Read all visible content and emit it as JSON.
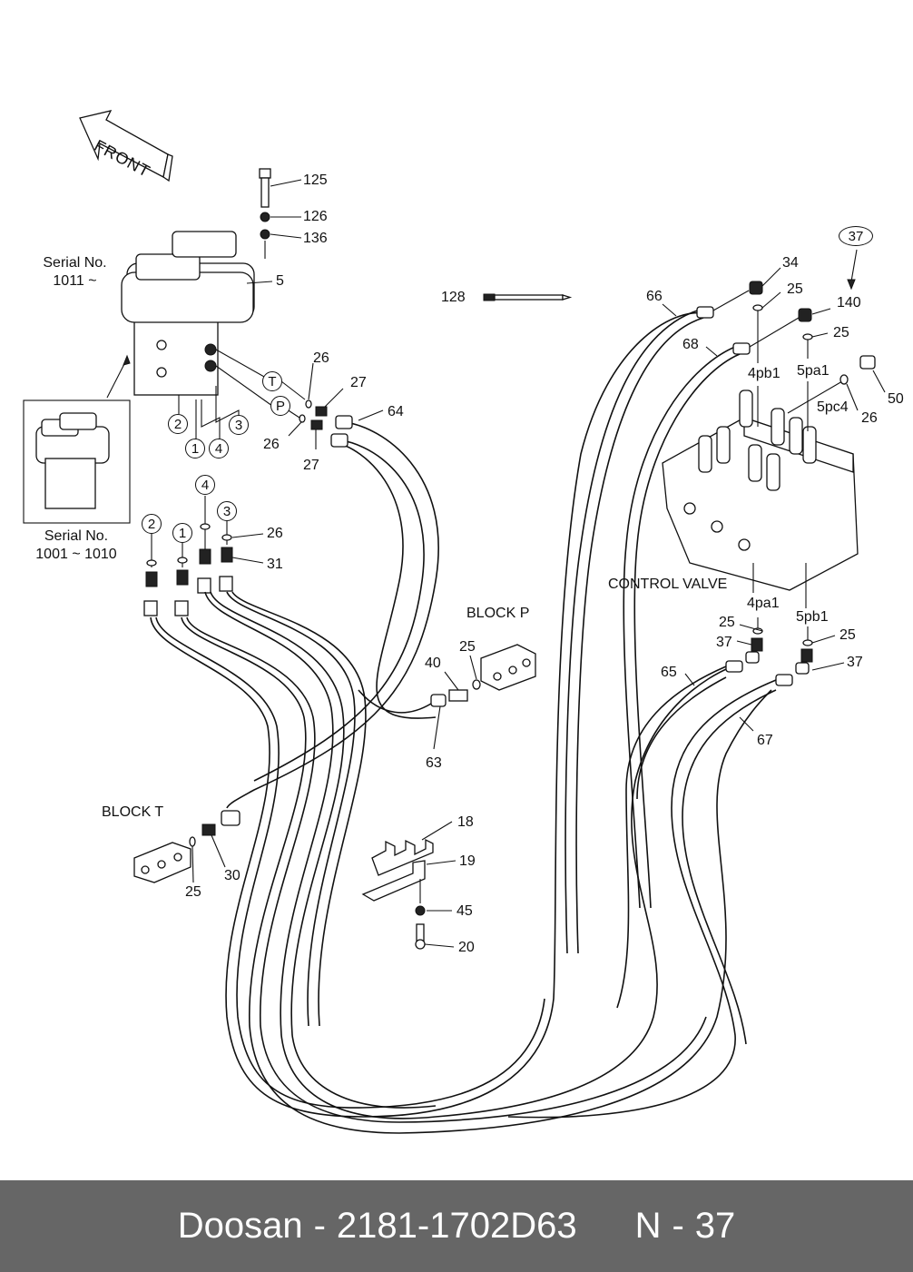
{
  "front_arrow": {
    "label": "FRONT"
  },
  "serial_top": {
    "line1": "Serial No.",
    "line2": "1011 ~"
  },
  "serial_bottom": {
    "line1": "Serial No.",
    "line2": "1001 ~ 1010"
  },
  "port_markers": {
    "T": "T",
    "P": "P",
    "one": "1",
    "two": "2",
    "three": "3",
    "four": "4"
  },
  "section_labels": {
    "block_p": "BLOCK  P",
    "block_t": "BLOCK  T",
    "control_valve": "CONTROL VALVE"
  },
  "callout_ref": "37",
  "part_labels": {
    "p125": "125",
    "p126": "126",
    "p136": "136",
    "p5": "5",
    "p26a": "26",
    "p26b": "26",
    "p27a": "27",
    "p27b": "27",
    "p64": "64",
    "p26c": "26",
    "p31": "31",
    "p128": "128",
    "p66": "66",
    "p68": "68",
    "p34": "34",
    "p25a": "25",
    "p140": "140",
    "p25b": "25",
    "p4pb1": "4pb1",
    "p5pa1": "5pa1",
    "p5pc4": "5pc4",
    "p26d": "26",
    "p50": "50",
    "p4pa1": "4pa1",
    "p5pb1": "5pb1",
    "p25c": "25",
    "p37a": "37",
    "p25d": "25",
    "p37b": "37",
    "p65": "65",
    "p67": "67",
    "p40": "40",
    "p25e": "25",
    "p63": "63",
    "p25f": "25",
    "p30": "30",
    "p18": "18",
    "p19": "19",
    "p45": "45",
    "p20": "20"
  },
  "footer": {
    "brand": "Doosan",
    "separator": "-",
    "part_number": "2181-1702D63",
    "page_prefix": "N",
    "page_sep": "-",
    "page_number": "37"
  },
  "colors": {
    "footer_bg": "#666666",
    "footer_text": "#ffffff",
    "line": "#111111"
  }
}
